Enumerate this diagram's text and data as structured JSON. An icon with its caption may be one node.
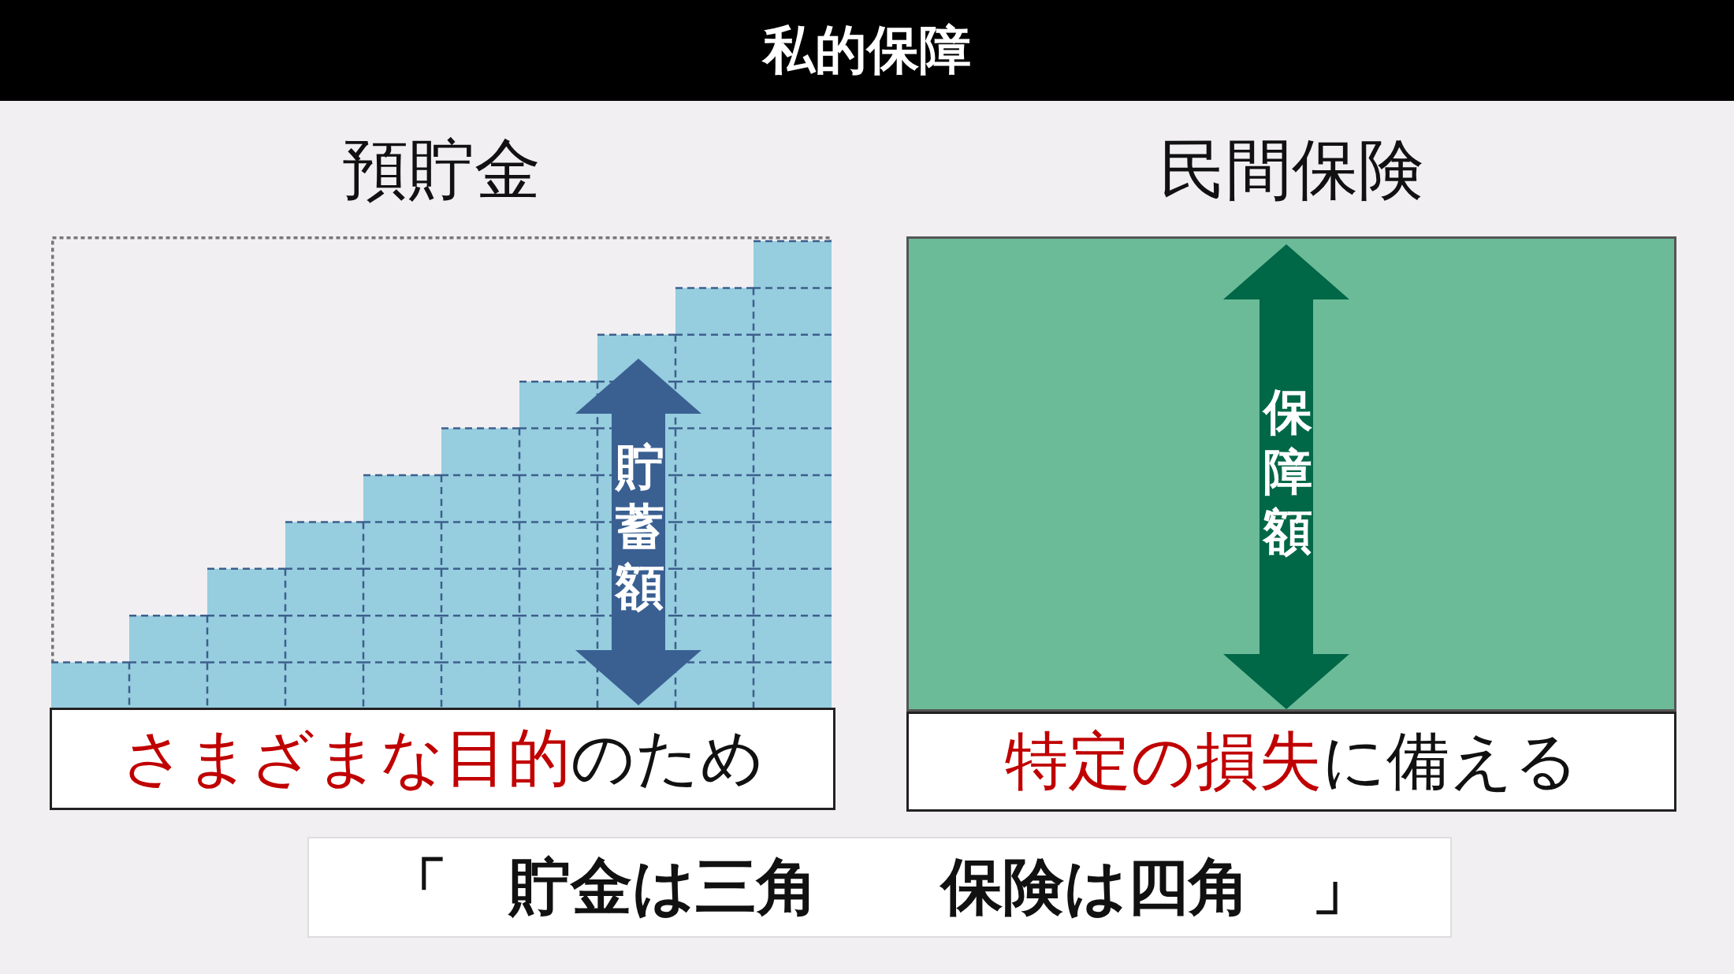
{
  "diagram": {
    "title": "私的保障",
    "nodes": [
      {
        "text": [
          "預貯金",
          "貯蓄額"
        ]
      },
      {
        "text": [
          "**さまざまな目的**のため"
        ]
      },
      {
        "text": [
          "民間保険",
          "保障額"
        ]
      },
      {
        "text": [
          "**特定の損失**に備える"
        ]
      },
      {
        "text": [
          "「　貯金は三角　　保険は四角　」"
        ]
      }
    ],
    "edges": []
  }
}
